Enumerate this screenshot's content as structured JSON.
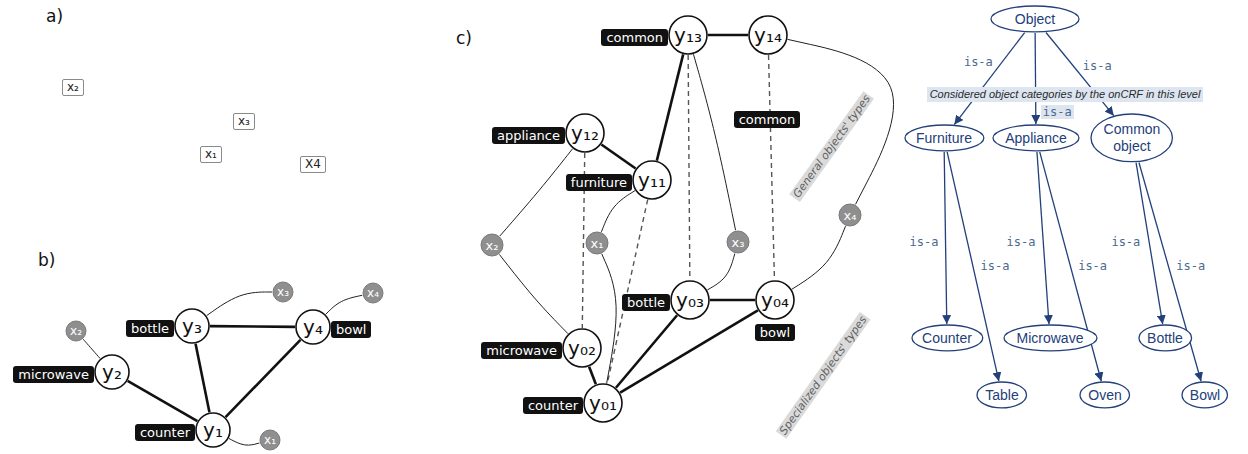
{
  "diagram": {
    "nodes": [
      {
        "text": [
          "y₁",
          "counter"
        ]
      },
      {
        "text": [
          "y₂",
          "microwave"
        ]
      },
      {
        "text": [
          "y₃",
          "bottle"
        ]
      },
      {
        "text": [
          "y₄",
          "bowl"
        ]
      },
      {
        "text": [
          "x₁"
        ]
      },
      {
        "text": [
          "x₂"
        ]
      },
      {
        "text": [
          "x₃"
        ]
      },
      {
        "text": [
          "x₄"
        ]
      },
      {
        "text": [
          "General objects' types"
        ]
      },
      {
        "text": [
          "y₁₁",
          "furniture"
        ],
        "in": 8
      },
      {
        "text": [
          "y₁₂",
          "appliance"
        ],
        "in": 8
      },
      {
        "text": [
          "y₁₃",
          "common"
        ],
        "in": 8
      },
      {
        "text": [
          "y₁₄",
          "common"
        ],
        "in": 8
      },
      {
        "text": [
          "Specialized objects' types"
        ]
      },
      {
        "text": [
          "y₀₁",
          "counter"
        ],
        "in": 13
      },
      {
        "text": [
          "y₀₂",
          "microwave"
        ],
        "in": 13
      },
      {
        "text": [
          "y₀₃",
          "bottle"
        ],
        "in": 13
      },
      {
        "text": [
          "y₀₄",
          "bowl"
        ],
        "in": 13
      },
      {
        "text": [
          "x₁"
        ]
      },
      {
        "text": [
          "x₂"
        ]
      },
      {
        "text": [
          "x₃"
        ]
      },
      {
        "text": [
          "x₄"
        ]
      },
      {
        "text": [
          "Object"
        ]
      },
      {
        "text": [
          "Considered object categories by the onCRF in this level"
        ]
      },
      {
        "text": [
          "Furniture"
        ],
        "in": 23
      },
      {
        "text": [
          "Appliance"
        ],
        "in": 23
      },
      {
        "text": [
          "Common object"
        ],
        "in": 23
      },
      {
        "text": [
          "Counter"
        ]
      },
      {
        "text": [
          "Table"
        ]
      },
      {
        "text": [
          "Microwave"
        ]
      },
      {
        "text": [
          "Oven"
        ]
      },
      {
        "text": [
          "Bottle"
        ]
      },
      {
        "text": [
          "Bowl"
        ]
      }
    ],
    "edges": [
      {
        "from": 1,
        "to": 0,
        "arrow": "none"
      },
      {
        "from": 0,
        "to": 2,
        "arrow": "none"
      },
      {
        "from": 2,
        "to": 3,
        "arrow": "none"
      },
      {
        "from": 3,
        "to": 0,
        "arrow": "none"
      },
      {
        "from": 4,
        "to": 0,
        "arrow": "none"
      },
      {
        "from": 5,
        "to": 1,
        "arrow": "none"
      },
      {
        "from": 6,
        "to": 2,
        "arrow": "none"
      },
      {
        "from": 7,
        "to": 3,
        "arrow": "none"
      },
      {
        "from": 10,
        "to": 9,
        "arrow": "none"
      },
      {
        "from": 9,
        "to": 11,
        "arrow": "none"
      },
      {
        "from": 11,
        "to": 12,
        "arrow": "none"
      },
      {
        "from": 15,
        "to": 14,
        "arrow": "none"
      },
      {
        "from": 14,
        "to": 16,
        "arrow": "none"
      },
      {
        "from": 16,
        "to": 17,
        "arrow": "none"
      },
      {
        "from": 14,
        "to": 17,
        "arrow": "none"
      },
      {
        "from": 10,
        "to": 15,
        "arrow": "none"
      },
      {
        "from": 9,
        "to": 14,
        "arrow": "none"
      },
      {
        "from": 11,
        "to": 16,
        "arrow": "none"
      },
      {
        "from": 12,
        "to": 17,
        "arrow": "none"
      },
      {
        "from": 19,
        "to": 10,
        "arrow": "none"
      },
      {
        "from": 19,
        "to": 15,
        "arrow": "none"
      },
      {
        "from": 18,
        "to": 9,
        "arrow": "none"
      },
      {
        "from": 18,
        "to": 14,
        "arrow": "none"
      },
      {
        "from": 20,
        "to": 11,
        "arrow": "none"
      },
      {
        "from": 20,
        "to": 16,
        "arrow": "none"
      },
      {
        "from": 21,
        "to": 12,
        "arrow": "none"
      },
      {
        "from": 21,
        "to": 17,
        "arrow": "none"
      },
      {
        "from": 22,
        "to": 24,
        "arrow": "to",
        "label": "is-a"
      },
      {
        "from": 22,
        "to": 25,
        "arrow": "to",
        "label": "is-a"
      },
      {
        "from": 22,
        "to": 26,
        "arrow": "to",
        "label": "is-a"
      },
      {
        "from": 24,
        "to": 27,
        "arrow": "to",
        "label": "is-a"
      },
      {
        "from": 24,
        "to": 28,
        "arrow": "to",
        "label": "is-a"
      },
      {
        "from": 25,
        "to": 29,
        "arrow": "to",
        "label": "is-a"
      },
      {
        "from": 25,
        "to": 30,
        "arrow": "to",
        "label": "is-a"
      },
      {
        "from": 26,
        "to": 31,
        "arrow": "to",
        "label": "is-a"
      },
      {
        "from": 26,
        "to": 32,
        "arrow": "to",
        "label": "is-a"
      }
    ],
    "labels": [
      "a)",
      "x₂",
      "x₃",
      "x₁",
      "X4",
      "b)",
      "c)"
    ]
  }
}
